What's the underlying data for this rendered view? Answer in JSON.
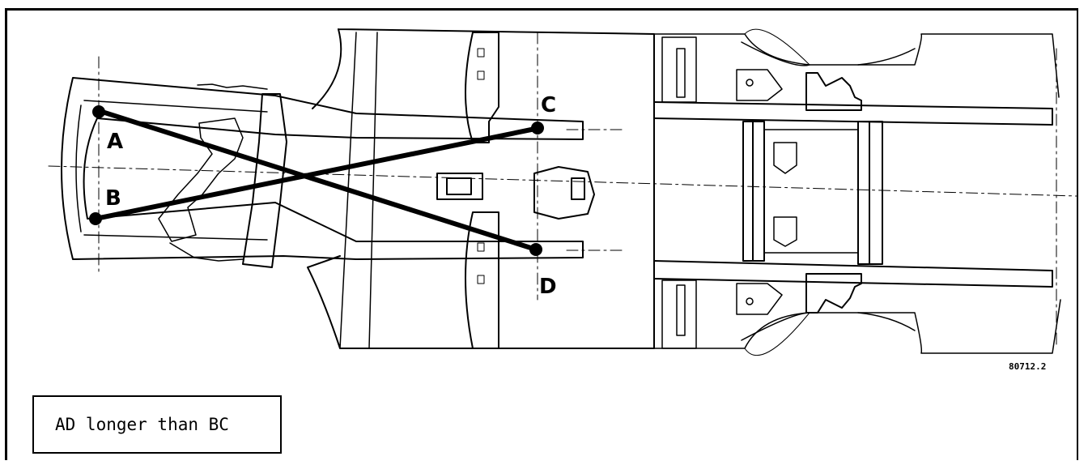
{
  "points": {
    "a": "A",
    "b": "B",
    "c": "C",
    "d": "D"
  },
  "figure_code": "80712.2",
  "caption": "AD longer than BC"
}
